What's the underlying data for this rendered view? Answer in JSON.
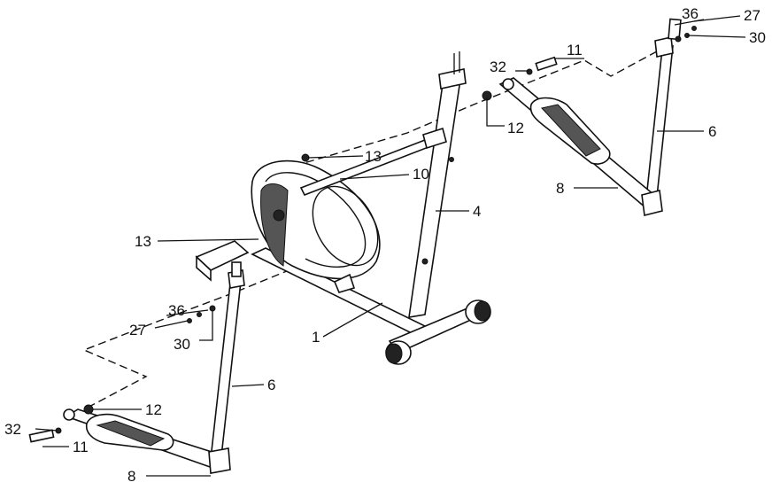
{
  "labels": {
    "top_right_36": "36",
    "top_right_27": "27",
    "top_right_30": "30",
    "top_right_32": "32",
    "top_right_11": "11",
    "top_right_12": "12",
    "top_right_6": "6",
    "top_right_8": "8",
    "center_13_upper": "13",
    "center_10": "10",
    "center_4": "4",
    "center_13_left": "13",
    "center_1": "1",
    "left_36": "36",
    "left_27": "27",
    "left_30": "30",
    "left_6": "6",
    "left_12": "12",
    "left_32": "32",
    "left_11": "11",
    "left_8": "8"
  }
}
